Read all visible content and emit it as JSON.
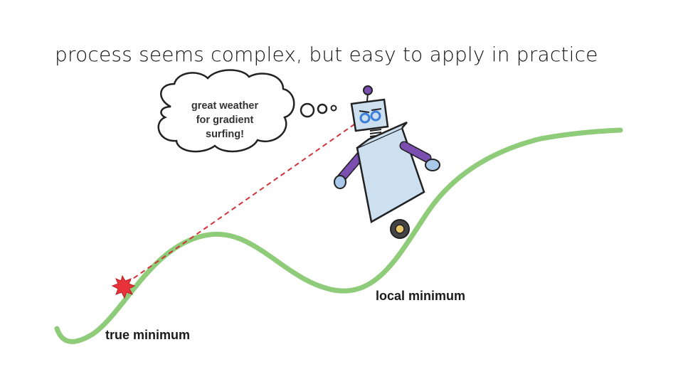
{
  "slide": {
    "title": "process seems complex, but easy to apply in practice"
  },
  "thought_bubble": {
    "lines": [
      "great weather",
      "for gradient",
      "surfing!"
    ]
  },
  "labels": {
    "local_minimum": "local minimum",
    "true_minimum": "true minimum"
  },
  "colors": {
    "curve": "#8fcc7a",
    "dashed_line": "#d0343a",
    "burst": "#e8333a",
    "robot_body": "#cde0f0",
    "robot_arm_stripe": "#7a4fb0",
    "robot_eyes": "#3b7fd9"
  }
}
